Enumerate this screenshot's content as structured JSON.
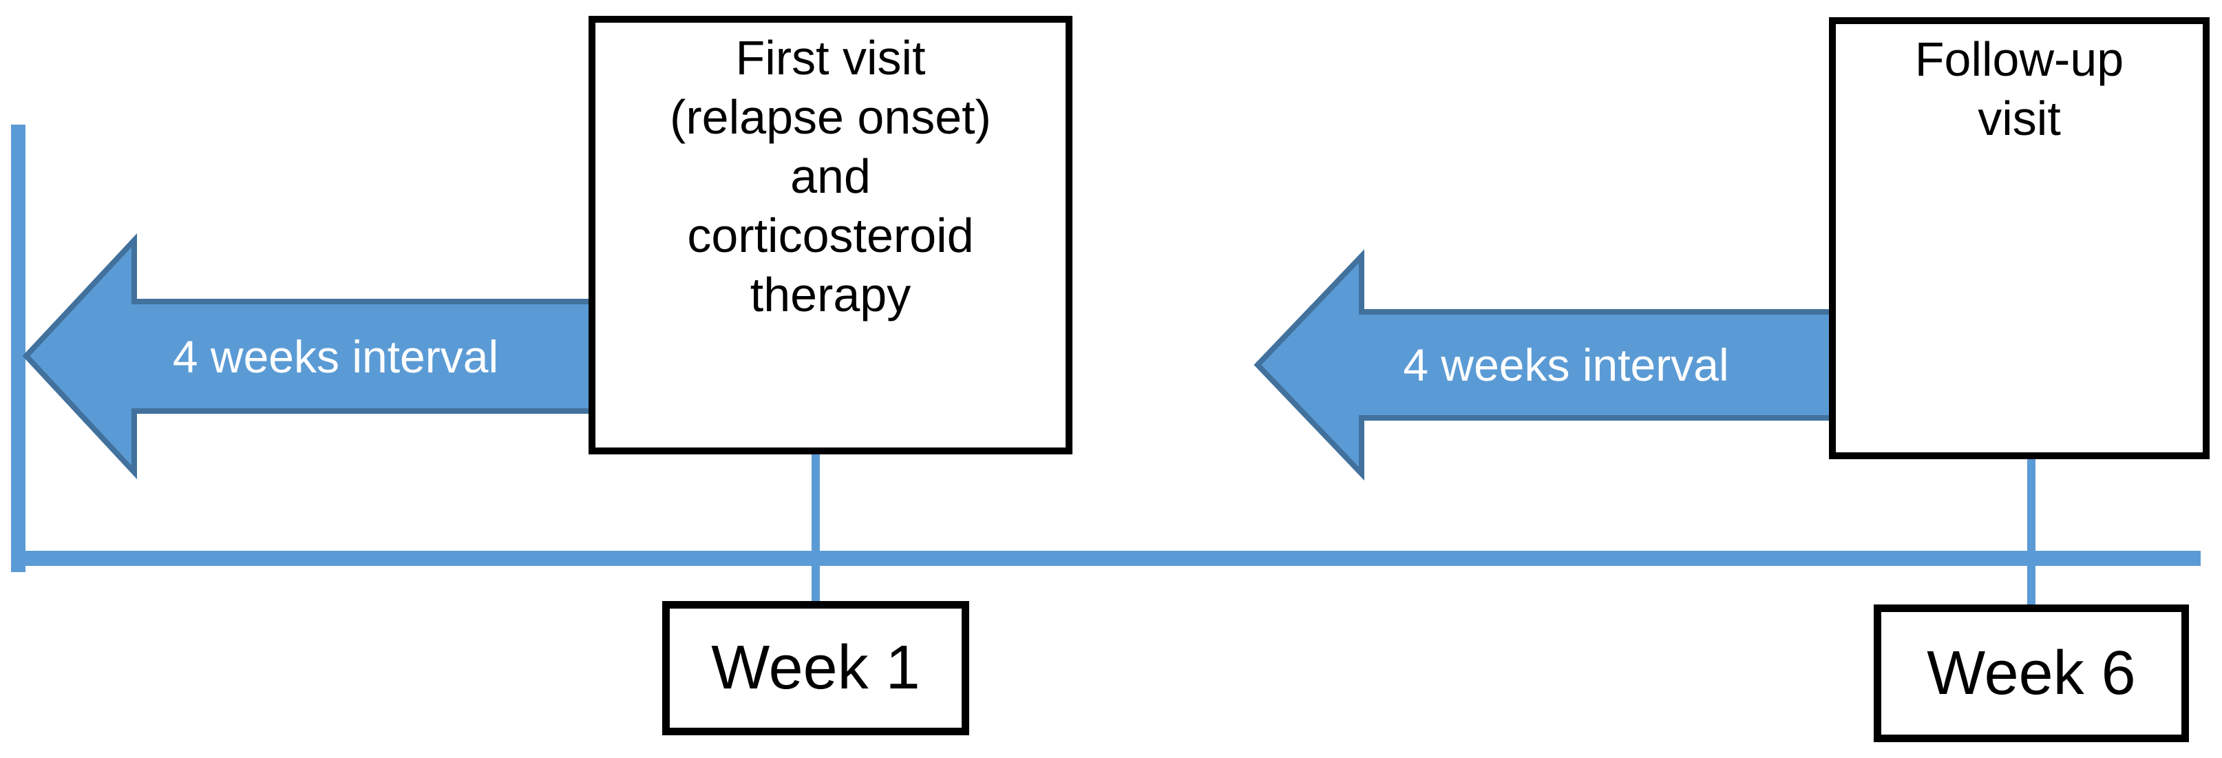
{
  "figure": {
    "type": "study-design-timeline",
    "background_color": "#ffffff",
    "accent_blue": "#5b9bd5",
    "arrow_border_blue": "#41719c",
    "arrow_text_color": "#ffffff",
    "box_border_color": "#000000",
    "box_text_color": "#000000"
  },
  "boxes": {
    "first_visit": "First visit\n(relapse onset)\nand\ncorticosteroid\ntherapy",
    "followup": "Follow-up\nvisit",
    "week1": "Week 1",
    "week6": "Week 6"
  },
  "arrows": {
    "left_label": "4 weeks interval",
    "right_label": "4 weeks interval"
  }
}
